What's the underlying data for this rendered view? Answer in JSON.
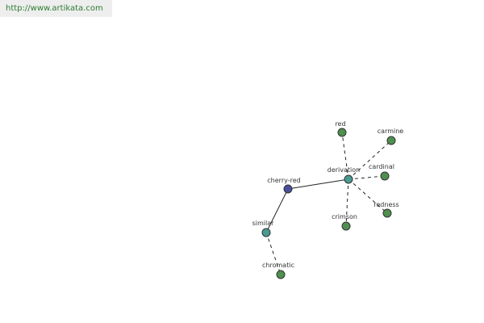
{
  "header": {
    "url": "http://www.artikata.com"
  },
  "colors": {
    "url_text": "#2e7d32",
    "header_bg": "#eeeeee",
    "edge": "#222222",
    "node_outline": "#333333",
    "node_leaf": "#4f8f4f",
    "node_hub": "#4a9b8f",
    "node_root": "#4a4f9a",
    "label": "#333333"
  },
  "graph": {
    "nodes": [
      {
        "id": "cherry-red",
        "label": "cherry-red",
        "kind": "root"
      },
      {
        "id": "similar",
        "label": "similar",
        "kind": "hub"
      },
      {
        "id": "chromatic",
        "label": "chromatic",
        "kind": "leaf"
      },
      {
        "id": "derivation",
        "label": "derivation",
        "kind": "hub"
      },
      {
        "id": "red",
        "label": "red",
        "kind": "leaf"
      },
      {
        "id": "carmine",
        "label": "carmine",
        "kind": "leaf"
      },
      {
        "id": "cardinal",
        "label": "cardinal",
        "kind": "leaf"
      },
      {
        "id": "redness",
        "label": "redness",
        "kind": "leaf"
      },
      {
        "id": "crimson",
        "label": "crimson",
        "kind": "leaf"
      }
    ],
    "edges": [
      {
        "from": "cherry-red",
        "to": "similar",
        "style": "solid"
      },
      {
        "from": "cherry-red",
        "to": "derivation",
        "style": "solid"
      },
      {
        "from": "similar",
        "to": "chromatic",
        "style": "dashed"
      },
      {
        "from": "derivation",
        "to": "red",
        "style": "dashed"
      },
      {
        "from": "derivation",
        "to": "carmine",
        "style": "dashed"
      },
      {
        "from": "derivation",
        "to": "cardinal",
        "style": "dashed"
      },
      {
        "from": "derivation",
        "to": "redness",
        "style": "dashed"
      },
      {
        "from": "derivation",
        "to": "crimson",
        "style": "dashed"
      }
    ]
  }
}
